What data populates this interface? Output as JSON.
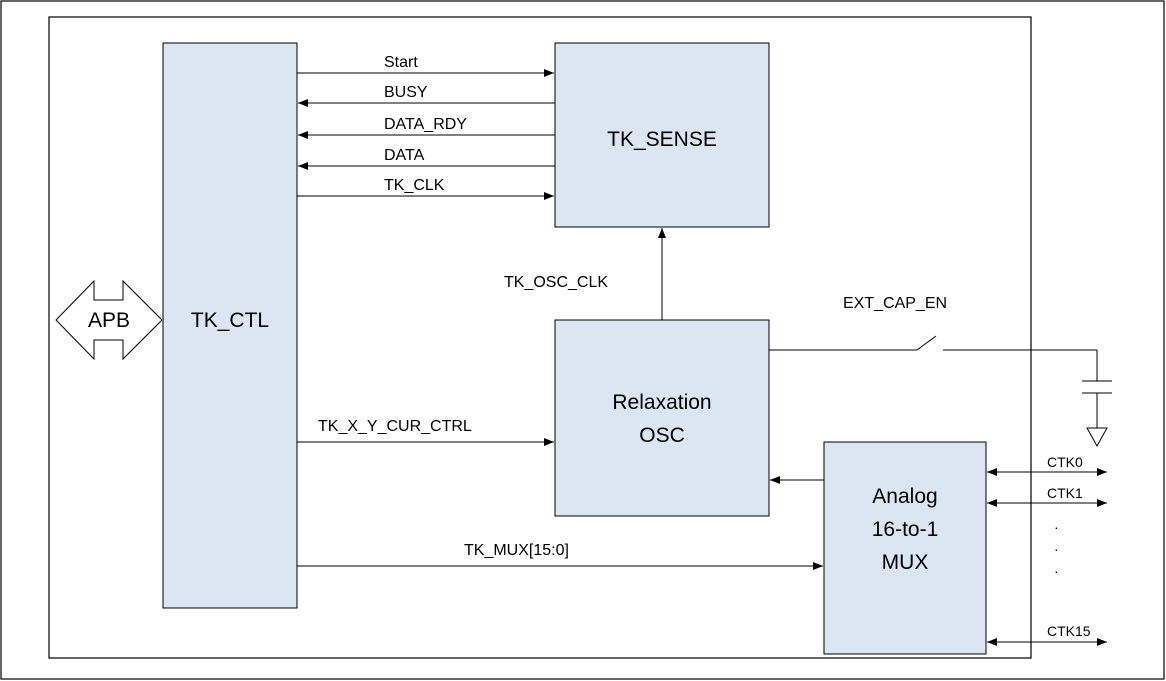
{
  "blocks": {
    "tk_ctl": "TK_CTL",
    "tk_sense": "TK_SENSE",
    "relax_line1": "Relaxation",
    "relax_line2": "OSC",
    "mux_line1": "Analog",
    "mux_line2": "16-to-1",
    "mux_line3": "MUX",
    "apb": "APB"
  },
  "signals": {
    "start": "Start",
    "busy": "BUSY",
    "data_rdy": "DATA_RDY",
    "data": "DATA",
    "tk_clk": "TK_CLK",
    "tk_osc_clk": "TK_OSC_CLK",
    "ext_cap_en": "EXT_CAP_EN",
    "cur_ctrl": "TK_X_Y_CUR_CTRL",
    "tk_mux": "TK_MUX[15:0]"
  },
  "pins": {
    "ctk0": "CTK0",
    "ctk1": "CTK1",
    "ctk15": "CTK15",
    "ellipsis": [
      "·",
      "·",
      "·"
    ]
  }
}
